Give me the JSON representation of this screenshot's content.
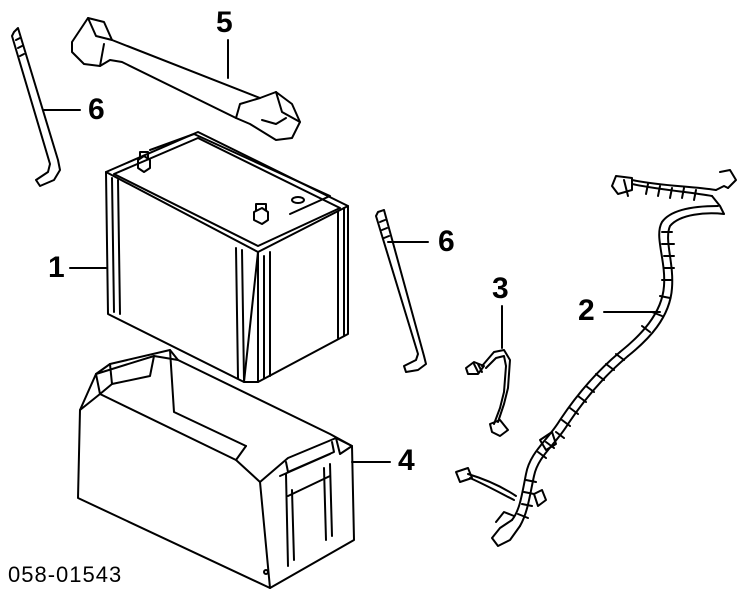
{
  "callouts": {
    "battery": "1",
    "cable_main": "2",
    "cable_short": "3",
    "tray": "4",
    "hold_down": "5",
    "rod_left": "6",
    "rod_right": "6"
  },
  "diagram_code": "058-01543",
  "colors": {
    "ink": "#000000",
    "paper": "#ffffff"
  }
}
